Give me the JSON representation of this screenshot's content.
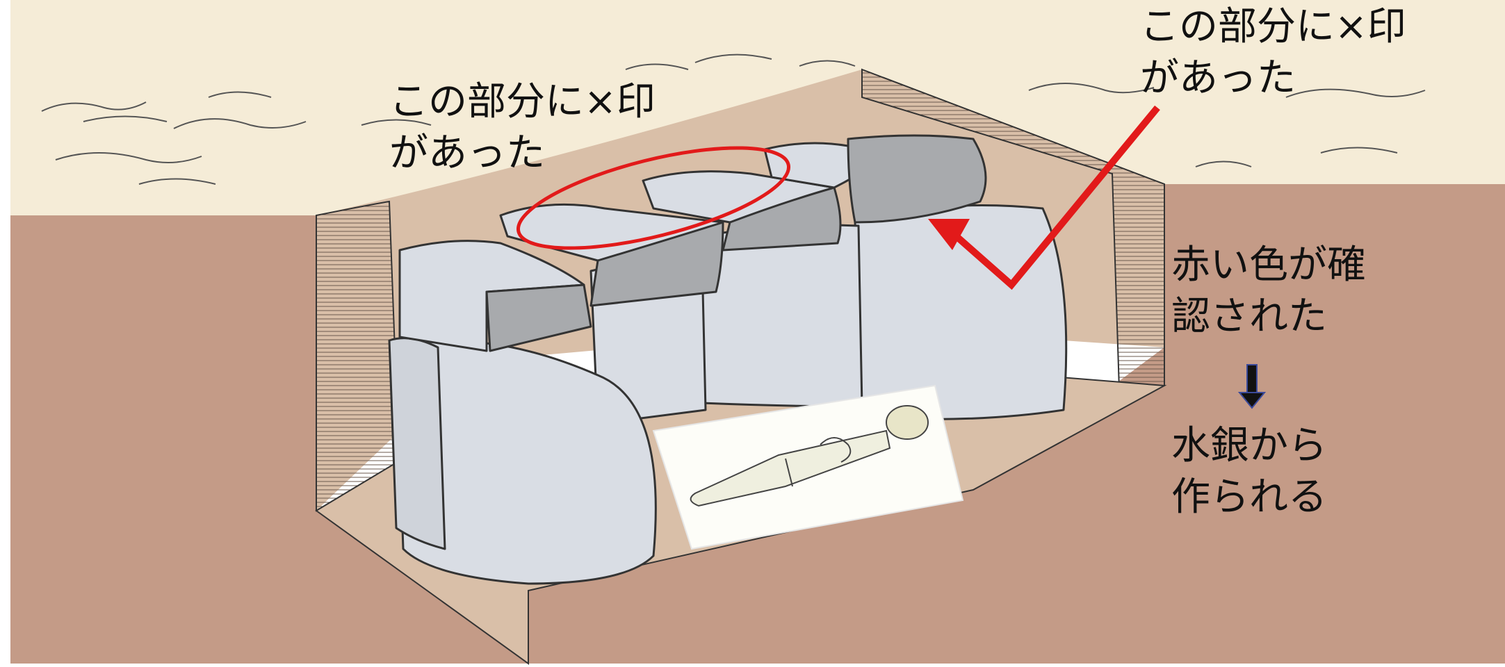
{
  "annotations": {
    "top_left": {
      "line1": "この部分に×印",
      "line2": "があった"
    },
    "top_right": {
      "line1": "この部分に×印",
      "line2": "があった"
    },
    "red_color": {
      "line1": "赤い色が確",
      "line2": "認された"
    },
    "mercury": {
      "line1": "水銀から",
      "line2": "作られる"
    }
  },
  "colors": {
    "background": "#ffffff",
    "ground_surface": "#f5ecd7",
    "earth": "#c49b87",
    "pit_floor": "#d9bfa8",
    "stone_light": "#d9dde4",
    "stone_dark": "#a8aaad",
    "annotation_red": "#e21a1a",
    "down_arrow": "#111111",
    "down_arrow_outline": "#3b4a9a"
  },
  "icons": {
    "down_arrow": "down-arrow-icon"
  }
}
